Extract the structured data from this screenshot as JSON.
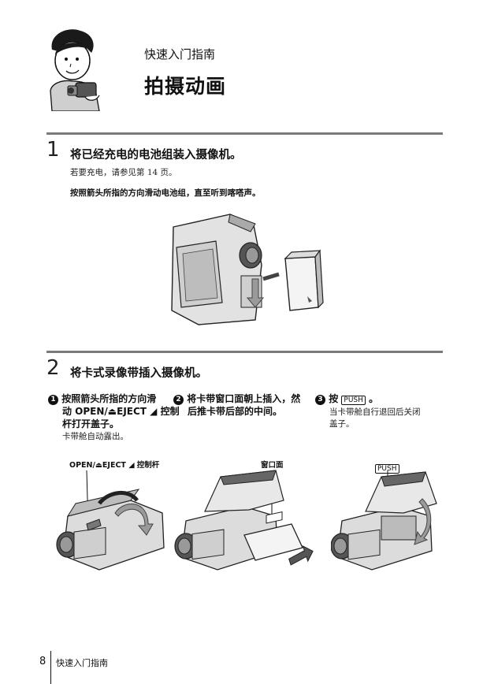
{
  "header": {
    "section_label": "快速入门指南",
    "title": "拍摄动画"
  },
  "step1": {
    "number": "1",
    "title": "将已经充电的电池组装入摄像机。",
    "note": "若要充电，请参见第 14 页。",
    "instruction": "按照箭头所指的方向滑动电池组，直至听到喀嗒声。"
  },
  "step2": {
    "number": "2",
    "title": "将卡式录像带插入摄像机。",
    "substeps": [
      {
        "marker": "1",
        "lines": [
          "按照箭头所指的方向滑",
          "动 OPEN/⏏EJECT ◢ 控制",
          "杆打开盖子。"
        ],
        "note": "卡带舱自动露出。"
      },
      {
        "marker": "2",
        "lines": [
          "将卡带窗口面朝上插入，然",
          "后推卡带后部的中间。"
        ],
        "note": ""
      },
      {
        "marker": "3",
        "prefix": "按",
        "button": "PUSH",
        "suffix": "。",
        "note_lines": [
          "当卡带舱自行退回后关闭",
          "盖子。"
        ]
      }
    ],
    "callouts": {
      "lever": "OPEN/⏏EJECT ◢ 控制杆",
      "window": "窗口面",
      "push": "PUSH"
    }
  },
  "footer": {
    "page_number": "8",
    "section": "快速入门指南"
  }
}
